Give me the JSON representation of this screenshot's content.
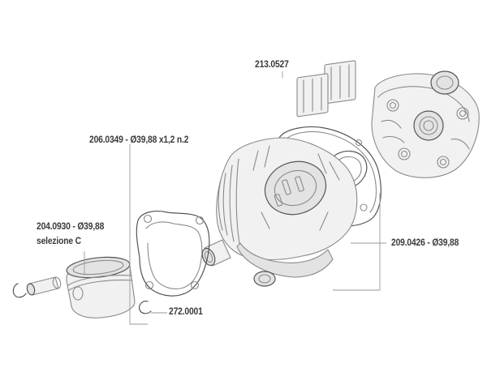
{
  "parts": {
    "reed_valve": {
      "code": "213.0527"
    },
    "gasket_set": {
      "code": "206.0349 - Ø39,88 x1,2 n.2"
    },
    "piston": {
      "code": "204.0930 - Ø39,88",
      "note": "selezione C"
    },
    "cylinder_kit": {
      "code": "209.0426 - Ø39,88"
    },
    "circlip": {
      "code": "272.0001"
    }
  },
  "colors": {
    "line": "#8a8a8a",
    "text": "#3a3a3a",
    "background": "#ffffff"
  }
}
